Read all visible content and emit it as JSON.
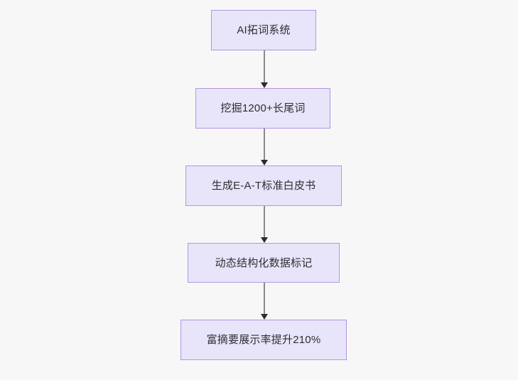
{
  "diagram": {
    "type": "flowchart",
    "direction": "top-to-bottom",
    "background_color": "#f7f7f8",
    "node_fill_color": "#e8e4f9",
    "node_border_color": "#b496e0",
    "node_text_color": "#2e2e33",
    "edge_color": "#8a8a8a",
    "arrowhead_color": "#2b2b2b",
    "nodes": [
      {
        "id": "n1",
        "label": "AI拓词系统"
      },
      {
        "id": "n2",
        "label": "挖掘1200+长尾词"
      },
      {
        "id": "n3",
        "label": "生成E-A-T标准白皮书"
      },
      {
        "id": "n4",
        "label": "动态结构化数据标记"
      },
      {
        "id": "n5",
        "label": "富摘要展示率提升210%"
      }
    ],
    "edges": [
      {
        "from": "n1",
        "to": "n2",
        "label": ""
      },
      {
        "from": "n2",
        "to": "n3",
        "label": ""
      },
      {
        "from": "n3",
        "to": "n4",
        "label": ""
      },
      {
        "from": "n4",
        "to": "n5",
        "label": ""
      }
    ]
  }
}
